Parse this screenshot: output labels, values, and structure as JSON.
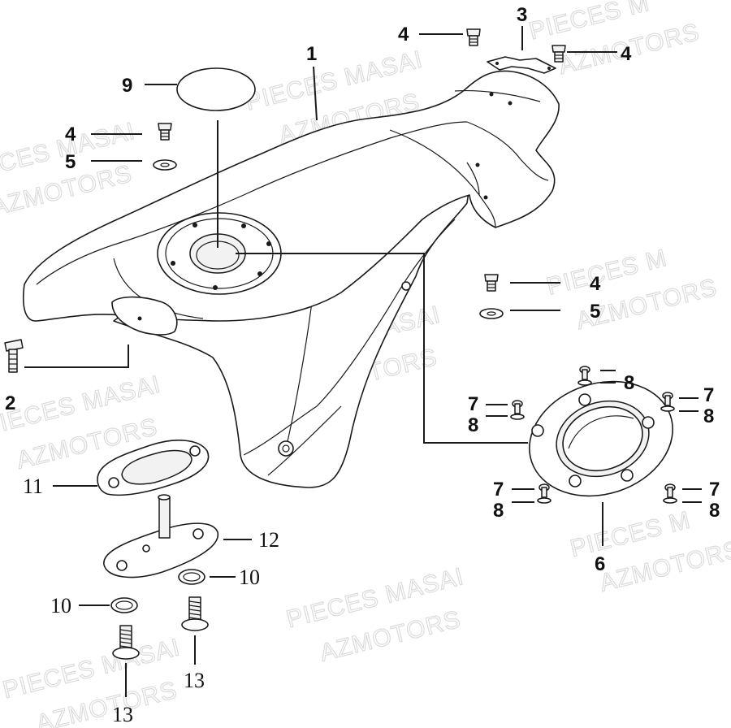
{
  "diagram": {
    "watermarks": [
      {
        "id": "w1",
        "text": "PIECES MASAI"
      },
      {
        "id": "w2",
        "text": "AZMOTORS"
      },
      {
        "id": "w3",
        "text": "PIECES MASAI"
      },
      {
        "id": "w4",
        "text": "AZMOTORS"
      },
      {
        "id": "w5",
        "text": "PIECES M"
      },
      {
        "id": "w6",
        "text": "AZMOTORS"
      },
      {
        "id": "w7",
        "text": "PIECES MASAI"
      },
      {
        "id": "w8",
        "text": "AZMOTORS"
      },
      {
        "id": "w9",
        "text": "PIECES MASAI"
      },
      {
        "id": "w10",
        "text": "AZMOTORS"
      },
      {
        "id": "w11",
        "text": "PIECES M"
      },
      {
        "id": "w12",
        "text": "AZMOTORS"
      },
      {
        "id": "w13",
        "text": "PIECES MASAI"
      },
      {
        "id": "w14",
        "text": "AZMOTORS"
      },
      {
        "id": "w15",
        "text": "PIECES MASAI"
      },
      {
        "id": "w16",
        "text": "AZMOTORS"
      },
      {
        "id": "w17",
        "text": "PIECES M"
      },
      {
        "id": "w18",
        "text": "AZMOTORS"
      }
    ],
    "callouts": {
      "c1": "1",
      "c2": "2",
      "c3": "3",
      "c4a": "4",
      "c4b": "4",
      "c4c": "4",
      "c4d": "4",
      "c5a": "5",
      "c5b": "5",
      "c6": "6",
      "c7a": "7",
      "c8a": "8",
      "c7b": "7",
      "c8b": "8",
      "c8c": "8",
      "c7c": "7",
      "c8d": "8",
      "c7d": "7",
      "c8e": "8",
      "c9": "9",
      "c10a": "10",
      "c10b": "10",
      "c11": "11",
      "c12": "12",
      "c13a": "13",
      "c13b": "13"
    }
  }
}
